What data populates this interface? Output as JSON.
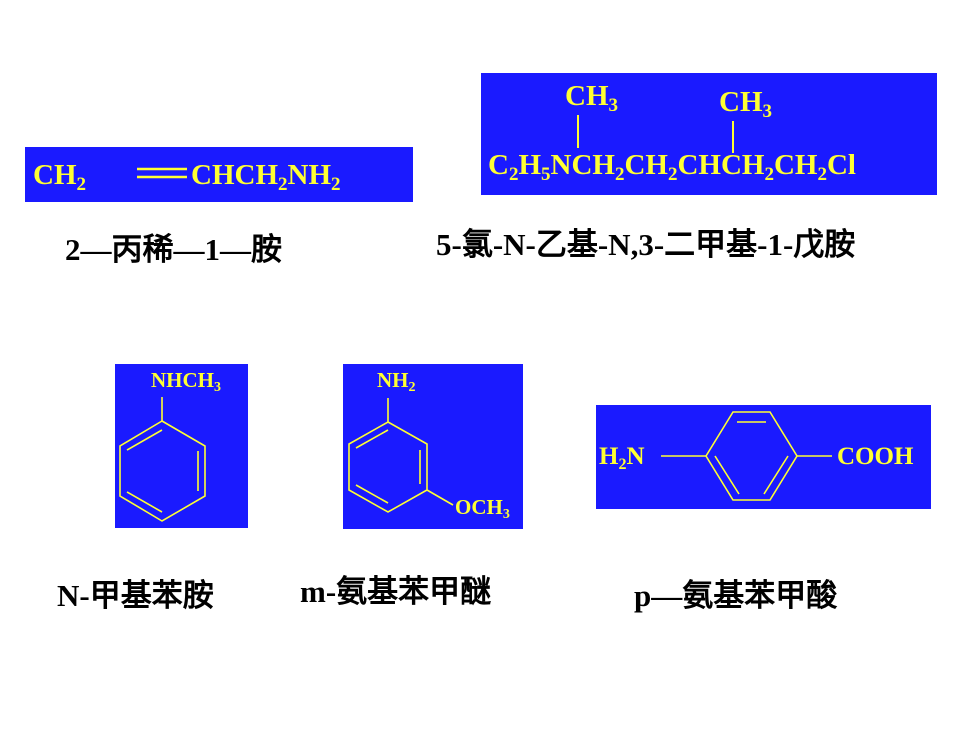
{
  "compounds": [
    {
      "formula_parts": [
        "CH",
        "2",
        "CHCH",
        "2",
        "NH",
        "2"
      ],
      "caption": "2—丙稀—1—胺"
    },
    {
      "branch_left": [
        "CH",
        "3"
      ],
      "branch_right": [
        "CH",
        "3"
      ],
      "main_chain": [
        "C",
        "2",
        "H",
        "5",
        "NCH",
        "2",
        "CH",
        "2",
        "CHCH",
        "2",
        "CH",
        "2",
        "Cl"
      ],
      "caption": "5-氯-N-乙基-N,3-二甲基-1-戊胺"
    },
    {
      "substituent": [
        "NHCH",
        "3"
      ],
      "caption": "N-甲基苯胺"
    },
    {
      "substituent_top": [
        "NH",
        "2"
      ],
      "substituent_meta": [
        "OCH",
        "3"
      ],
      "caption": "m-氨基苯甲醚"
    },
    {
      "left_group": [
        "H",
        "2",
        "N"
      ],
      "right_group": "COOH",
      "caption": "p—氨基苯甲酸"
    }
  ],
  "colors": {
    "panel": "#1a1aff",
    "formula_text": "#ffff33",
    "caption_text": "#000000"
  }
}
